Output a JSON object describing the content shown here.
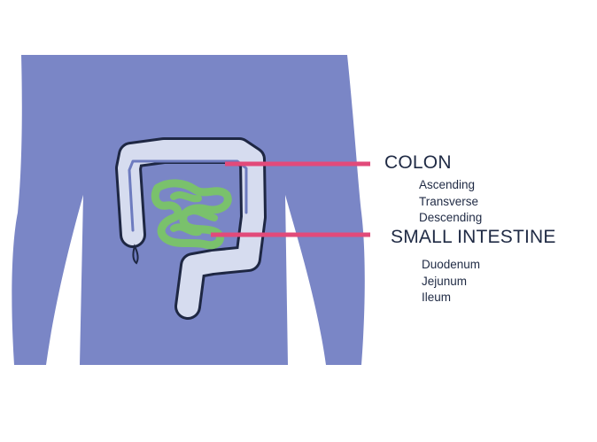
{
  "colors": {
    "body": "#7a86c6",
    "colon_fill": "#d6dcef",
    "colon_outline": "#1e2743",
    "colon_inner": "#6d7bbf",
    "small_intestine": "#7ac16c",
    "leader_line": "#e24a7a",
    "text": "#1f2a44"
  },
  "labels": {
    "colon": {
      "title": "COLON",
      "parts": [
        "Ascending",
        "Transverse",
        "Descending"
      ]
    },
    "small_intestine": {
      "title": "SMALL INTESTINE",
      "parts": [
        "Duodenum",
        "Jejunum",
        "Ileum"
      ]
    }
  }
}
